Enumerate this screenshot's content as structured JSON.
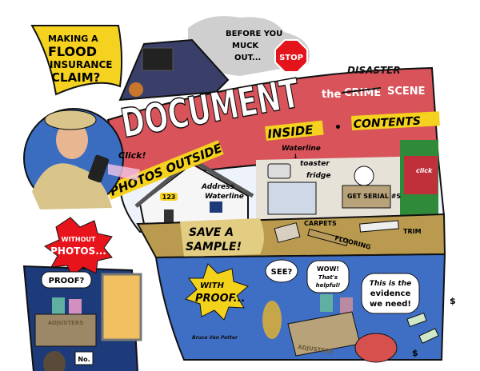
{
  "flag": {
    "line1": "MAKING A",
    "line2": "FLOOD",
    "line3": "INSURANCE",
    "line4": "CLAIM?"
  },
  "muck": {
    "line1": "BEFORE YOU",
    "line2": "MUCK",
    "line3": "OUT...",
    "stop": "STOP"
  },
  "banner": {
    "title": "DOCUMENT",
    "the": "the",
    "struck": "CRIME",
    "inserted": "DISASTER",
    "scene": "SCENE"
  },
  "subtitle": {
    "photos_outside": "PHOTOS OUTSIDE",
    "inside": "INSIDE",
    "contents": "CONTENTS",
    "sep": "•"
  },
  "outside": {
    "click": "Click!",
    "address": "Address",
    "waterline": "Waterline",
    "number": "123"
  },
  "inside": {
    "waterline": "Waterline",
    "arrow": "↓",
    "toaster": "toaster",
    "fridge": "fridge",
    "serial": "GET SERIAL #S"
  },
  "contents": {
    "click": "click"
  },
  "sample": {
    "line1": "SAVE A",
    "line2": "SAMPLE!",
    "carpets": "CARPETS",
    "flooring": "FLOORING",
    "trim": "TRIM"
  },
  "without": {
    "burst1": "WITHOUT",
    "burst2": "PHOTOS...",
    "proof": "PROOF?",
    "desk": "ADJUSTERS",
    "no": "No."
  },
  "with": {
    "burst1": "WITH",
    "burst2": "PROOF...",
    "see": "SEE?",
    "wow1": "WOW!",
    "wow2": "That's",
    "wow3": "helpful!",
    "ev1": "This is the",
    "ev2": "evidence",
    "ev3": "we need!",
    "desk": "ADJUSTERS",
    "dollar": "$"
  },
  "signature": "Bruce Van Patter",
  "colors": {
    "banner_red": "#d9545a",
    "flag_yellow": "#f5d21f",
    "panel_blue": "#3f6fc4",
    "band_tan": "#b99a4e",
    "burst_red": "#e8141c",
    "burst_yellow": "#f3d21c",
    "dark_blue": "#1d3a7a"
  }
}
